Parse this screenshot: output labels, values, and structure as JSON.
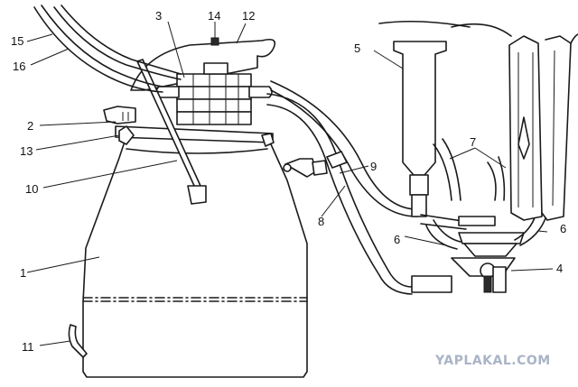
{
  "diagram": {
    "callouts": [
      {
        "id": "c1",
        "label": "1"
      },
      {
        "id": "c2",
        "label": "2"
      },
      {
        "id": "c3",
        "label": "3"
      },
      {
        "id": "c4",
        "label": "4"
      },
      {
        "id": "c5",
        "label": "5"
      },
      {
        "id": "c6a",
        "label": "6"
      },
      {
        "id": "c6b",
        "label": "6"
      },
      {
        "id": "c7",
        "label": "7"
      },
      {
        "id": "c8",
        "label": "8"
      },
      {
        "id": "c9",
        "label": "9"
      },
      {
        "id": "c10",
        "label": "10"
      },
      {
        "id": "c11",
        "label": "11"
      },
      {
        "id": "c12",
        "label": "12"
      },
      {
        "id": "c13",
        "label": "13"
      },
      {
        "id": "c14",
        "label": "14"
      },
      {
        "id": "c15",
        "label": "15"
      },
      {
        "id": "c16",
        "label": "16"
      }
    ]
  },
  "watermark": "YAPLAKAL.COM"
}
